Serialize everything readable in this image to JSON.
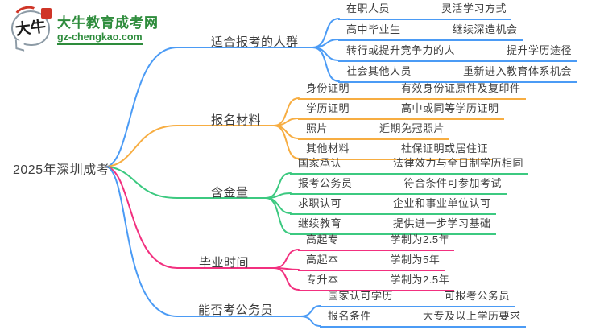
{
  "logo": {
    "badge": "大牛",
    "title": "大牛教育成考网",
    "domain": "gz-chengkao.com",
    "brand_green": "#2E8C3C",
    "seal_red": "#CF3527"
  },
  "root": {
    "label": "2025年深圳成考"
  },
  "palette": {
    "blue": "#4B9BF5",
    "orange": "#F7AD41",
    "green": "#3CC980",
    "pink": "#F2307F",
    "text": "#3F3F3F"
  },
  "branches": [
    {
      "label": "适合报考的人群",
      "color": "#4B9BF5",
      "children": [
        {
          "label": "在职人员",
          "value": "灵活学习方式"
        },
        {
          "label": "高中毕业生",
          "value": "继续深造机会"
        },
        {
          "label": "转行或提升竞争力的人",
          "value": "提升学历途径"
        },
        {
          "label": "社会其他人员",
          "value": "重新进入教育体系机会"
        }
      ]
    },
    {
      "label": "报名材料",
      "color": "#F7AD41",
      "children": [
        {
          "label": "身份证明",
          "value": "有效身份证原件及复印件"
        },
        {
          "label": "学历证明",
          "value": "高中或同等学历证明"
        },
        {
          "label": "照片",
          "value": "近期免冠照片"
        },
        {
          "label": "其他材料",
          "value": "社保证明或居住证"
        }
      ]
    },
    {
      "label": "含金量",
      "color": "#3CC980",
      "children": [
        {
          "label": "国家承认",
          "value": "法律效力与全日制学历相同"
        },
        {
          "label": "报考公务员",
          "value": "符合条件可参加考试"
        },
        {
          "label": "求职认可",
          "value": "企业和事业单位认可"
        },
        {
          "label": "继续教育",
          "value": "提供进一步学习基础"
        }
      ]
    },
    {
      "label": "毕业时间",
      "color": "#F2307F",
      "children": [
        {
          "label": "高起专",
          "value": "学制为2.5年"
        },
        {
          "label": "高起本",
          "value": "学制为5年"
        },
        {
          "label": "专升本",
          "value": "学制为2.5年"
        }
      ]
    },
    {
      "label": "能否考公务员",
      "color": "#4B9BF5",
      "children": [
        {
          "label": "国家认可学历",
          "value": "可报考公务员"
        },
        {
          "label": "报名条件",
          "value": "大专及以上学历要求"
        }
      ]
    }
  ]
}
